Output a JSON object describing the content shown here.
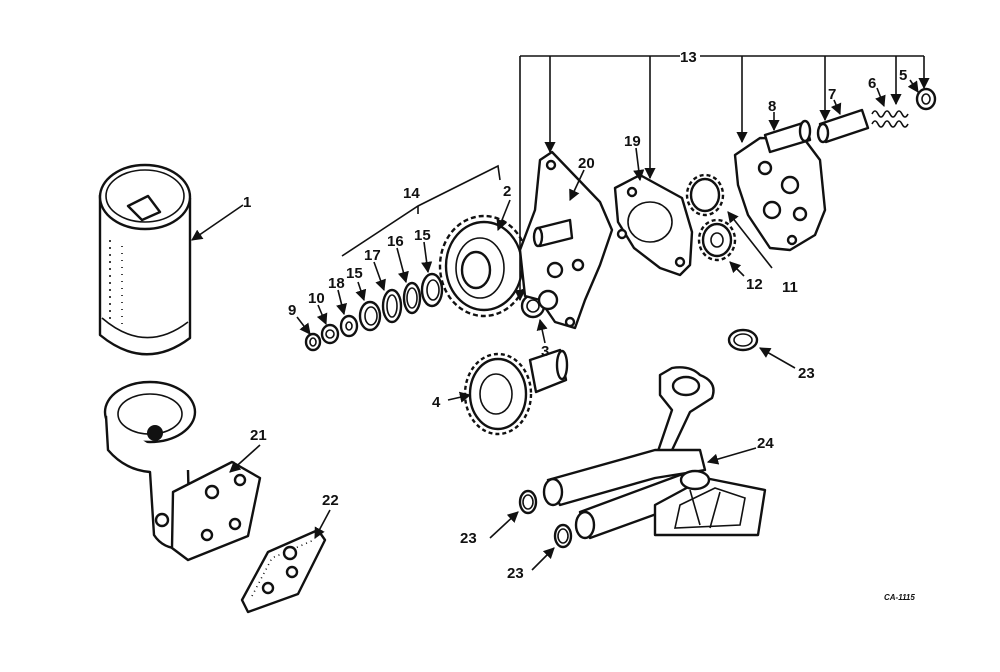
{
  "diagram": {
    "code": "CA-1115",
    "callouts": {
      "c1": "1",
      "c2": "2",
      "c3": "3",
      "c4": "4",
      "c5": "5",
      "c6": "6",
      "c7": "7",
      "c8": "8",
      "c9": "9",
      "c10": "10",
      "c11": "11",
      "c12": "12",
      "c13": "13",
      "c14": "14",
      "c15a": "15",
      "c15b": "15",
      "c16": "16",
      "c17": "17",
      "c18": "18",
      "c19": "19",
      "c20": "20",
      "c21": "21",
      "c22": "22",
      "c23a": "23",
      "c23b": "23",
      "c23c": "23",
      "c24": "24"
    }
  }
}
